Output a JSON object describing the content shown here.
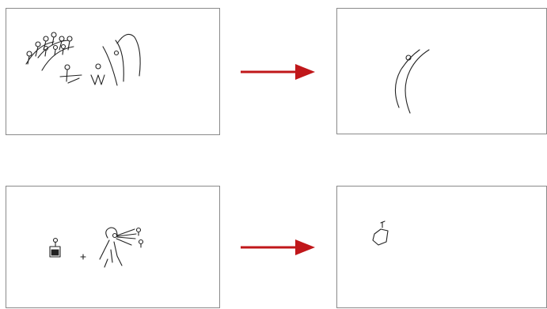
{
  "figure": {
    "rows": [
      {
        "name": "row-1",
        "before_sketch": "crowd-and-arches-sketch",
        "after_sketch": "double-arch-sketch"
      },
      {
        "name": "row-2",
        "before_sketch": "radio-plus-figure-sketch",
        "after_sketch": "single-shape-sketch"
      }
    ],
    "arrow_color": "#c0171a",
    "panel_border_color": "#8a8a8a",
    "ink_color": "#222222",
    "arrow_icon": "right-arrow-icon"
  }
}
